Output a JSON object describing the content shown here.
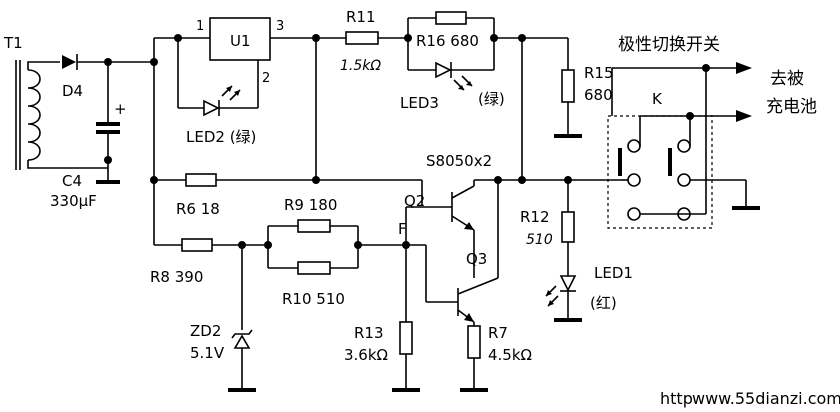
{
  "labels": {
    "T1": "T1",
    "D4": "D4",
    "C4": "C4",
    "C4_value": "330µF",
    "plus": "+",
    "U1": "U1",
    "pin1": "1",
    "pin2": "2",
    "pin3": "3",
    "LED2": "LED2 (绿)",
    "R11": "R11",
    "R11_value": "1.5kΩ",
    "R16": "R16  680",
    "LED3": "LED3",
    "LED3_color": "(绿)",
    "R15": "R15",
    "R15_value": "680",
    "switch_title": "极性切换开关",
    "K": "K",
    "battery_line1": "去被",
    "battery_line2": "充电池",
    "Q_type": "S8050x2",
    "Q2": "Q2",
    "Q3": "Q3",
    "R6": "R6  18",
    "R9": "R9  180",
    "R10": "R10  510",
    "R8": "R8  390",
    "F": "F",
    "R12": "R12",
    "R12_value": "510",
    "LED1": "LED1",
    "LED1_color": "(红)",
    "ZD2": "ZD2",
    "ZD2_value": "5.1V",
    "R13": "R13",
    "R13_value": "3.6kΩ",
    "R7": "R7",
    "R7_value": "4.5kΩ",
    "watermark_left": "http",
    "watermark_right": "www.55dianzi.com"
  }
}
